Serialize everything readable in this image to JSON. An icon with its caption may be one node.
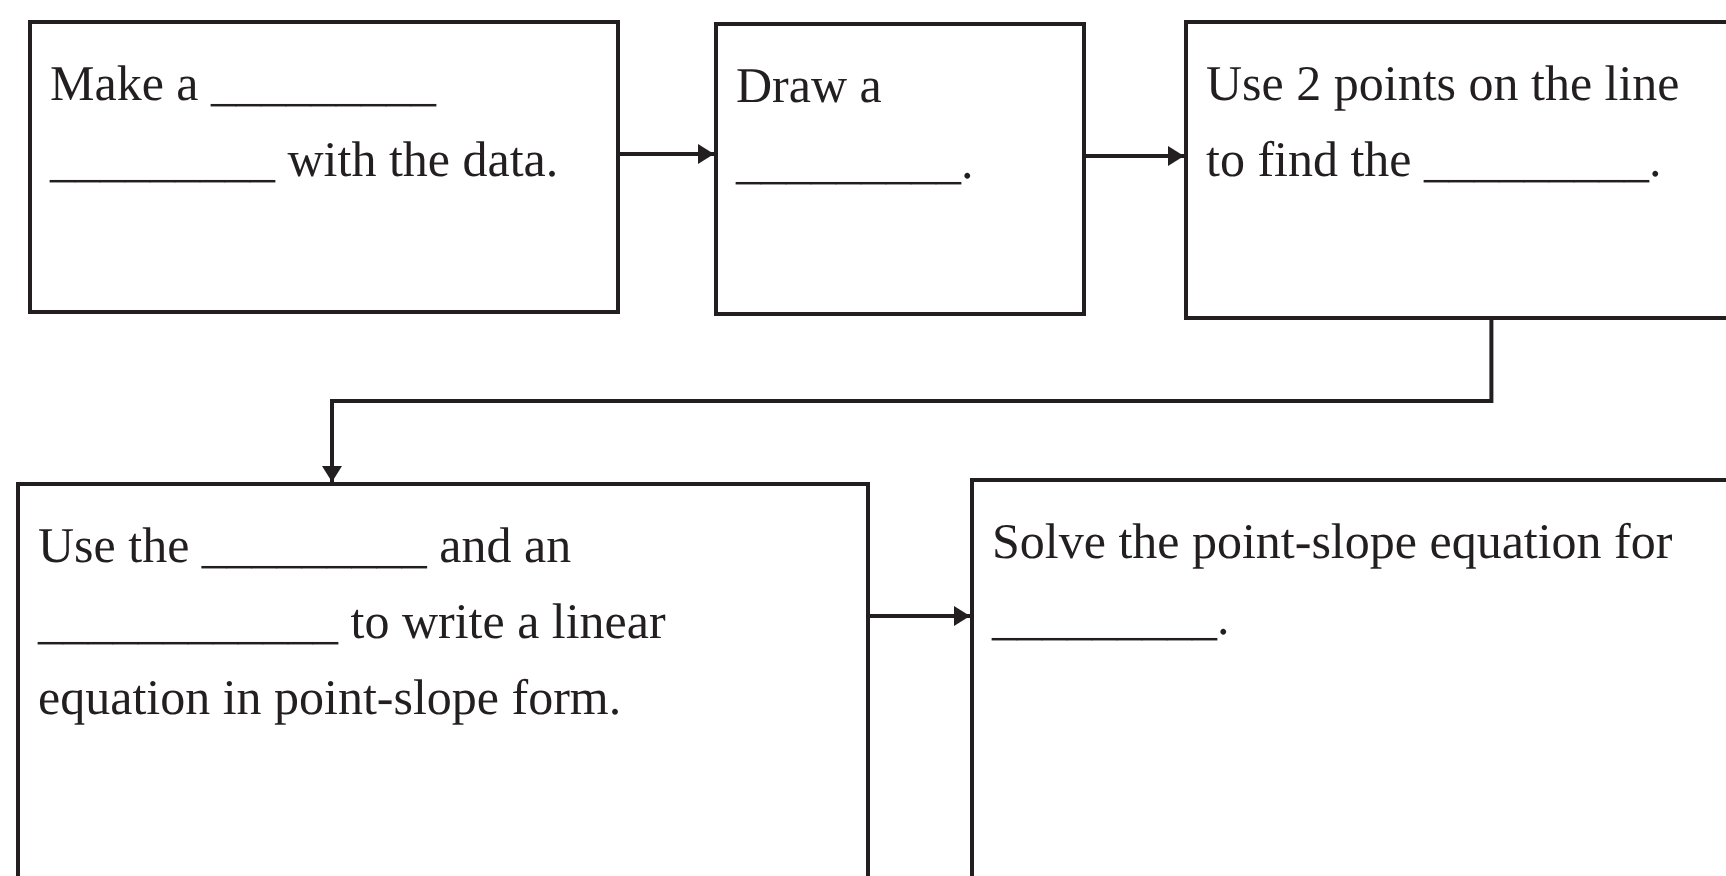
{
  "diagram": {
    "nodes": [
      {
        "text": [
          "Make a _________ _________ with the data."
        ]
      },
      {
        "text": [
          "Draw a _________."
        ]
      },
      {
        "text": [
          "Use 2 points on the line to find the _________."
        ]
      },
      {
        "text": [
          "Use the _________ and an ____________ to write a linear equation in point-slope form."
        ]
      },
      {
        "text": [
          "Solve the point-slope equation for _________."
        ]
      }
    ],
    "edges": [
      {
        "from": 0,
        "to": 1,
        "arrow": "to"
      },
      {
        "from": 1,
        "to": 2,
        "arrow": "to"
      },
      {
        "from": 2,
        "to": 3,
        "arrow": "to"
      },
      {
        "from": 3,
        "to": 4,
        "arrow": "to"
      }
    ]
  }
}
